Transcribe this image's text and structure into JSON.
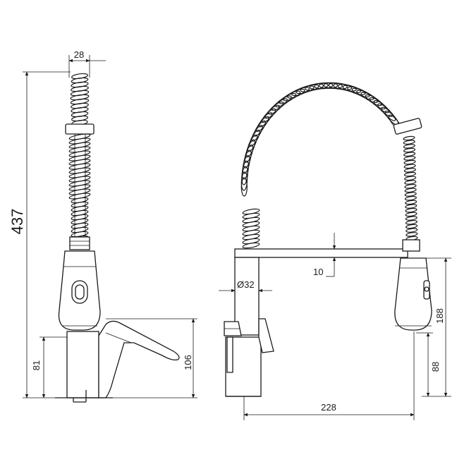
{
  "dimensions": {
    "total_height": "437",
    "top_width": "28",
    "base_to_body": "81",
    "lever_height": "106",
    "body_gap": "10",
    "pipe_diameter": "Ø32",
    "spray_height": "188",
    "spout_height": "88",
    "reach": "228"
  }
}
